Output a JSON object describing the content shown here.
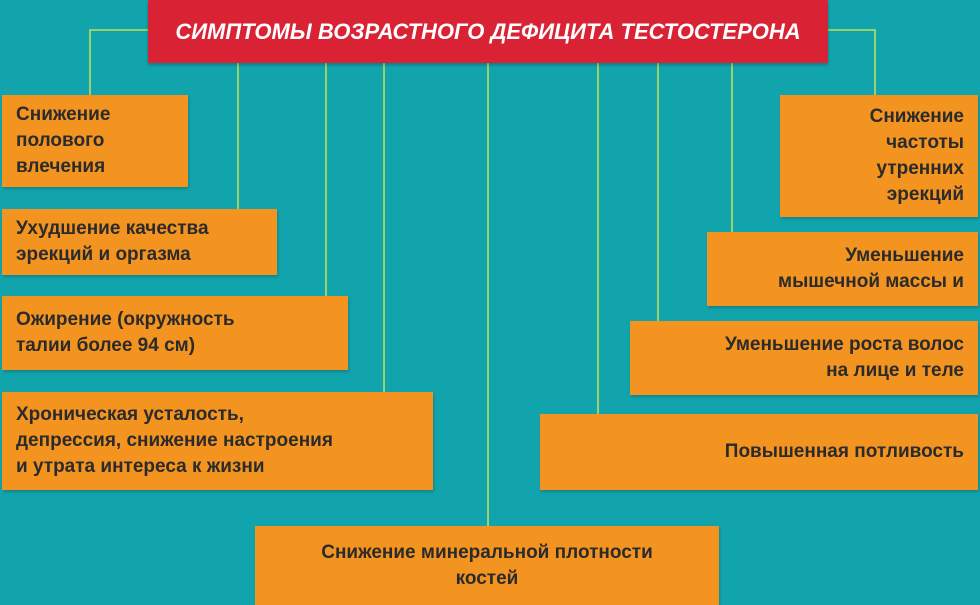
{
  "title": "СИМПТОМЫ ВОЗРАСТНОГО ДЕФИЦИТА ТЕСТОСТЕРОНА",
  "colors": {
    "background": "#12a4ad",
    "title_bg": "#d92233",
    "box_bg": "#f39320",
    "line": "#e6e94a"
  },
  "symptoms_left": [
    [
      "Снижение",
      "полового",
      "влечения"
    ],
    [
      "Ухудшение качества",
      "эрекций и оргазма"
    ],
    [
      "Ожирение (окружность",
      "талии более 94 см)"
    ],
    [
      "Хроническая усталость,",
      "депрессия,  снижение настроения",
      "и утрата интереса к жизни"
    ]
  ],
  "symptoms_right": [
    [
      "Снижение",
      "частоты",
      "утренних",
      "эрекций"
    ],
    [
      "Уменьшение",
      "мышечной массы и"
    ],
    [
      "Уменьшение роста волос",
      "на лице и теле"
    ],
    [
      "Повышенная потливость"
    ]
  ],
  "symptom_bottom": [
    "Снижение минеральной плотности",
    "костей"
  ]
}
